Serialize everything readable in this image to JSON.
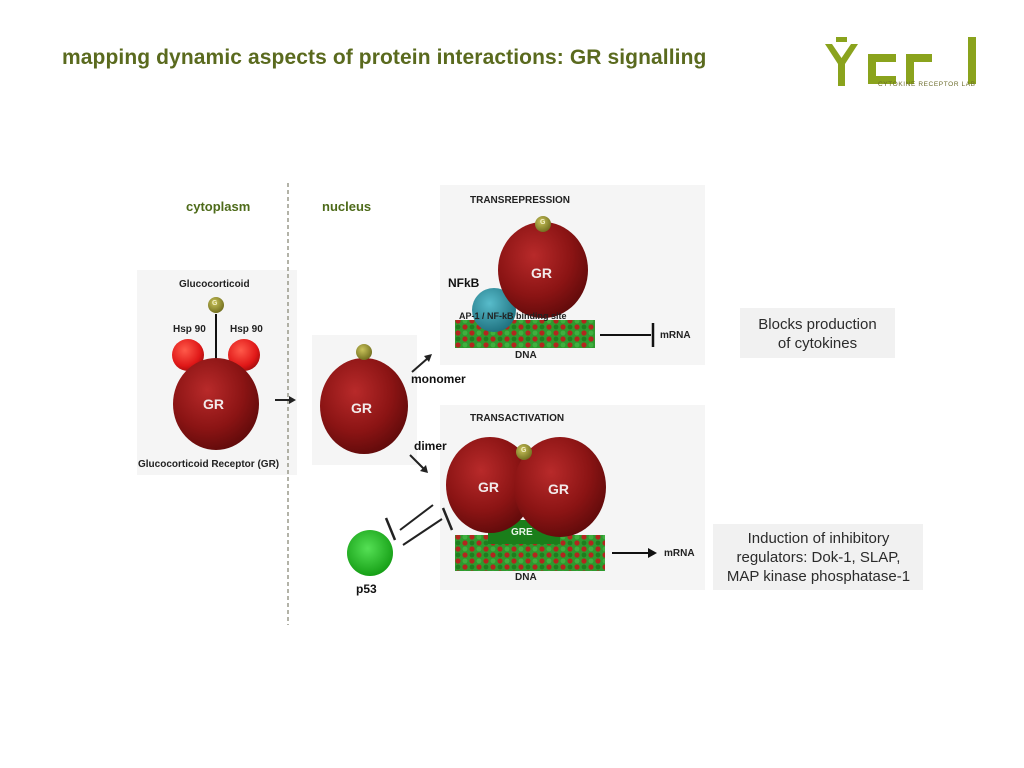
{
  "slide": {
    "title": "mapping dynamic aspects of protein interactions:  GR signalling"
  },
  "logo": {
    "letters": "ycrl",
    "subtitle": "CYTOKINE RECEPTOR LAB",
    "color": "#8aa31d"
  },
  "diagram": {
    "compartments": {
      "left": "cytoplasm",
      "right": "nucleus"
    },
    "cytoplasm_complex": {
      "ligand_label": "Glucocorticoid",
      "ligand_glyph": "G",
      "hsp_left": "Hsp 90",
      "hsp_right": "Hsp 90",
      "receptor": "GR",
      "caption": "Glucocorticoid Receptor (GR)"
    },
    "nuclear_gr": {
      "receptor": "GR",
      "ligand_glyph": "G",
      "branch_up": "monomer",
      "branch_down": "dimer"
    },
    "transrepression": {
      "title": "TRANSREPRESSION",
      "receptor": "GR",
      "ligand_glyph": "G",
      "partner": "NFkB",
      "site": "AP-1 / NF-kB binding site",
      "dna": "DNA",
      "output": "mRNA",
      "effect": [
        "Blocks production",
        "of cytokines"
      ]
    },
    "transactivation": {
      "title": "TRANSACTIVATION",
      "receptor_a": "GR",
      "receptor_b": "GR",
      "ligand_glyph": "G",
      "element": "GRE",
      "dna": "DNA",
      "output": "mRNA",
      "inhibitor": "p53",
      "effect": [
        "Induction of inhibitory",
        "regulators: Dok-1, SLAP,",
        "MAP kinase phosphatase-1"
      ]
    },
    "colors": {
      "gr": "#8b1414",
      "hsp": "#e01818",
      "ligand": "#8d8a2a",
      "nfkb": "#2a8e9e",
      "p53": "#1db31d",
      "dna_red": "#b3261e",
      "dna_green": "#2e9a2e",
      "label_green": "#4e6b1a"
    }
  }
}
